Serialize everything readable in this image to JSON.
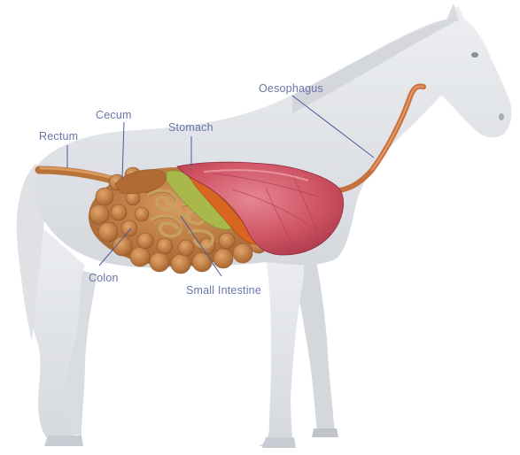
{
  "labels": {
    "oesophagus": "Oesophagus",
    "rectum": "Rectum",
    "cecum": "Cecum",
    "stomach": "Stomach",
    "colon": "Colon",
    "small_intestine": "Small Intestine"
  },
  "colors": {
    "body": "#e4e6ea",
    "body_shadow": "#c8cbd1",
    "stomach": "#c94a5a",
    "stomach_light": "#e07a86",
    "colon": "#b8733a",
    "colon_light": "#d4975a",
    "esophagus": "#c8703e",
    "small_intestine": "#c9a060",
    "liver_green": "#a8b84a",
    "spleen_orange": "#d8661e",
    "label": "#6a74a8",
    "leader": "#4a5a9a"
  }
}
